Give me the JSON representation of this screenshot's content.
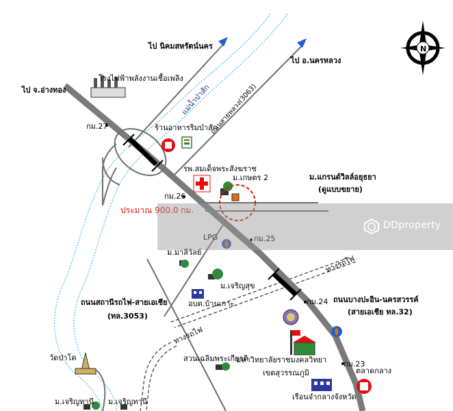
{
  "labels": {
    "to_nikhom": "ไป นิคมสหรัตน์นคร",
    "to_nakhon_luang": "ไป อ.นครหลวง",
    "to_ang_thong": "ไป จ.อ่างทอง",
    "power_plant": "โรงไฟฟ้าพลังงานเชื้อเพลิง",
    "river": "แม่น้ำป่าสัก",
    "road_3063": "ถนนสายหลวง(3063)",
    "restaurant": "ร้านอาหารริมป่าสัก",
    "km27": "กม.27",
    "hospital": "รพ.สมเด็จพระสังฆราช",
    "village_kaset": "ม.เกษตร 2",
    "km26": "กม.26",
    "project_name": "ม.แกรนด์วิลล์อยุธยา",
    "project_sub": "(ดูแบบขยาย)",
    "distance": "ประมาณ 900.0 กม.",
    "lpg": "LPG",
    "km25": "กม.25",
    "village_mali": "ม.มาลีวัลย์",
    "railway1": "ทางรถไฟ",
    "village_charoen": "ม.เจริญสุข",
    "school": "อบต.บ้านเกาะ",
    "km24": "กม.24",
    "road_sathani": "ถนนสถานีรถไฟ-สายเอเชีย",
    "road_sathani_sub": "(ทล.3053)",
    "road_bangpa": "ถนนบางปะอิน-นครสวรรค์",
    "road_bangpa_sub": "(สายเอเชีย ทล.32)",
    "railway2": "ทางรถไฟ",
    "wat": "วัดป่าโค",
    "park": "สวนเฉลิมพระเกียรติ",
    "university": "มหาวิทยาลัยราชมงคลวิทยา",
    "university_sub": "เขตสุวรรณภูมิ",
    "km23": "กม.23",
    "market": "ตลาดกลาง",
    "village_charoen2": "ม.เจริญทานี",
    "village_charoen3": "ม.เจริญทานี",
    "court": "เรือนจำกลางจังหวัด",
    "north": "N"
  },
  "watermark": {
    "brand": "DDproperty"
  },
  "colors": {
    "highway": "#7a7a7a",
    "road": "#6e6e6e",
    "river": "#6fc8e6",
    "marker": "#e01010",
    "arrow": "#1e5fd0"
  }
}
